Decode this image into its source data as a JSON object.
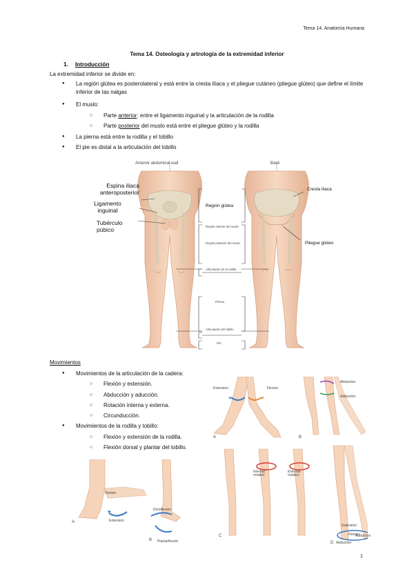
{
  "header": {
    "course": "Tema 14. Anatomía Humana"
  },
  "title": "Tema 14. Osteología y artrología de la extremidad inferior",
  "section1": {
    "number": "1.",
    "title": "Introducción"
  },
  "intro": "La extremidad inferior se divide en:",
  "bullets": [
    {
      "text": "La región glútea es posterolateral y está entre la cresta ilíaca y el pliegue cutáneo (pliegue glúteo) que define el límite inferior de las nalgas"
    },
    {
      "text": "El muslo:"
    },
    {
      "sub_ant_pre": "Parte ",
      "sub_ant_u": "anterior",
      "sub_ant_post": ": entre el ligamento inguinal y la articulación de la rodilla"
    },
    {
      "sub_post_pre": "Parte ",
      "sub_post_u": "posterior",
      "sub_post_post": " del muslo está entre el pliegue glúteo y la rodilla"
    },
    {
      "text": "La pierna está entre la rodilla y el tobillo"
    },
    {
      "text": "El pie es distal a la articulación del tobillo"
    }
  ],
  "figure1": {
    "anterior_caption": "Anterior abdominal wall",
    "back_caption": "Back",
    "labels": {
      "espina": "Espina iliaca anteroposterior",
      "ligamento": "Ligamento inguinal",
      "tuberculo": "Tubérculo púbico",
      "region_glutea": "Región glútea",
      "cresta": "Cresta iliaca",
      "pliegue": "Pliegue glúteo",
      "region_ant_muslo": "Región anterior del muslo",
      "region_post_muslo": "Región posterior del muslo",
      "art_rodilla": "Articulación de la rodilla",
      "pierna": "Pierna",
      "art_tobillo": "Articulación del tobillo",
      "pie": "Pie"
    }
  },
  "movements": {
    "heading": "Movimientos",
    "hip_title": "Movimientos de la articulación de la cadera:",
    "hip_items": [
      "Flexión y extensión.",
      "Abducción y aducción.",
      "Rotación interna y externa.",
      "Circunducción."
    ],
    "knee_title": "Movimientos de la rodilla y tobillo:",
    "knee_items": [
      "Flexión y extensión de la rodilla.",
      "Flexión dorsal y plantar del tobillo."
    ]
  },
  "figure2": {
    "extension": "Extension",
    "flexion": "Flexion",
    "abduction": "Abduction",
    "adduction": "Adduction",
    "internal_rotation": "Internal rotation",
    "external_rotation": "External rotation",
    "circ_extension": "Extension",
    "circ_flexion": "Flexion",
    "circ_abduction": "Abduction",
    "circ_adduction": "Adduction",
    "panel_a": "A",
    "panel_b": "B",
    "panel_c": "C",
    "panel_d": "D"
  },
  "figure3": {
    "flexion": "Flexion",
    "extension": "Extension",
    "dorsiflexion": "Dorsiflexion",
    "plantarflexion": "Plantarflexion",
    "panel_a": "A",
    "panel_b": "B"
  },
  "colors": {
    "skin": "#f5d4ba",
    "skin_edge": "#d8a283",
    "bone": "#e6dcc6",
    "arrow_blue": "#3d78c2",
    "arrow_red": "#d23a2a",
    "arrow_purple": "#9c3fb5",
    "arrow_green": "#2f9d55",
    "arrow_orange": "#e08a3a"
  },
  "page_number": "1"
}
